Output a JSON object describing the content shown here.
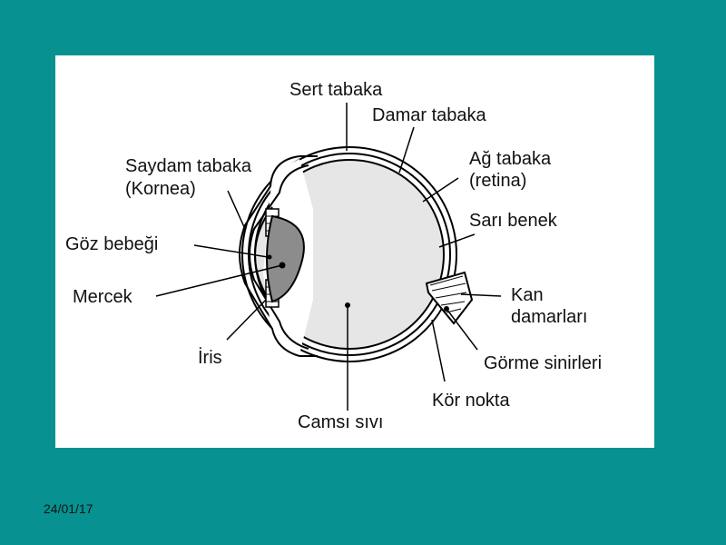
{
  "slide": {
    "background_color": "#079291",
    "panel_color": "#ffffff",
    "date": "24/01/17"
  },
  "diagram": {
    "labels": {
      "sert_tabaka": "Sert tabaka",
      "damar_tabaka": "Damar tabaka",
      "ag_tabaka_1": "Ağ tabaka",
      "ag_tabaka_2": "(retina)",
      "saydam_tabaka_1": "Saydam tabaka",
      "saydam_tabaka_2": "(Kornea)",
      "sari_benek": "Sarı benek",
      "goz_bebegi": "Göz bebeği",
      "mercek": "Mercek",
      "kan_damarlari_1": "Kan",
      "kan_damarlari_2": "damarları",
      "iris": "İris",
      "gorme_sinirleri": "Görme sinirleri",
      "kor_nokta": "Kör nokta",
      "camsi_sivi": "Camsı sıvı"
    }
  }
}
